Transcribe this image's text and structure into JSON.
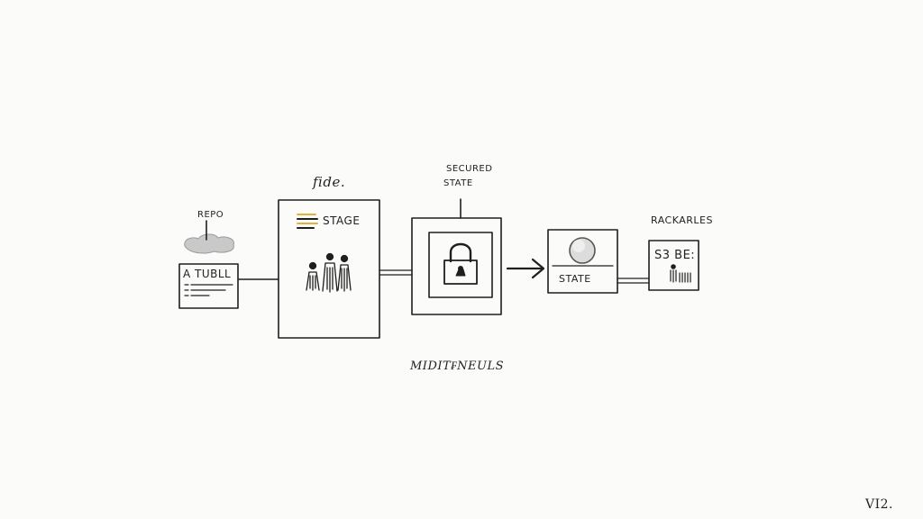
{
  "diagram": {
    "labels": {
      "repo": "REPO",
      "stage_group": "fide.",
      "secured": "SECURED",
      "secured_state": "STATE",
      "packages": "RACKARLES",
      "middle_caption": "MIDIT₣NEULS",
      "version": "VI2."
    },
    "nodes": {
      "source_box": "A TUBLL",
      "stage_box": "STAGE",
      "state_box": "STATE",
      "s3_box": "S3 BE:"
    },
    "icons": {
      "source": "cloud-icon",
      "stage_list": "list-icon",
      "stage_people": "people-icon",
      "lock": "lock-icon",
      "state": "sphere-icon",
      "s3": "barcode-icon"
    },
    "colors": {
      "ink": "#1f1f1f",
      "accent_yellow": "#e0b43a",
      "cloud_gray": "#b9b9b9",
      "background": "#fbfbfa"
    }
  }
}
